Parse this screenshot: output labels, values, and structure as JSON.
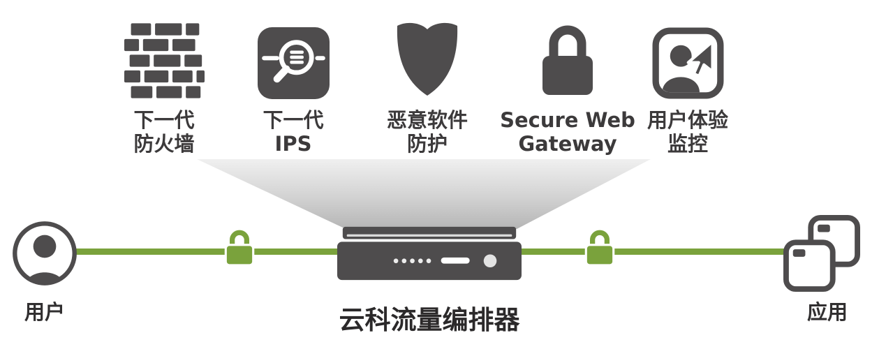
{
  "services": [
    {
      "icon": "firewall-icon",
      "label_lines": [
        "下一代",
        "防火墙"
      ]
    },
    {
      "icon": "ips-magnifier-icon",
      "label_lines": [
        "下一代",
        "IPS"
      ]
    },
    {
      "icon": "shield-icon",
      "label_lines": [
        "恶意软件",
        "防护"
      ]
    },
    {
      "icon": "lock-icon",
      "label_lines": [
        "Secure Web",
        "Gateway"
      ]
    },
    {
      "icon": "user-monitor-icon",
      "label_lines": [
        "用户体验",
        "监控"
      ]
    }
  ],
  "flow": {
    "user_label": "用户",
    "device_label": "云科流量编排器",
    "app_label": "应用",
    "link_lock_count": 2
  },
  "colors": {
    "icon_dark": "#4e4c4d",
    "accent_green": "#7aa23c",
    "funnel_gray": "#b5b5b5",
    "label_text": "#3c3a3b"
  }
}
